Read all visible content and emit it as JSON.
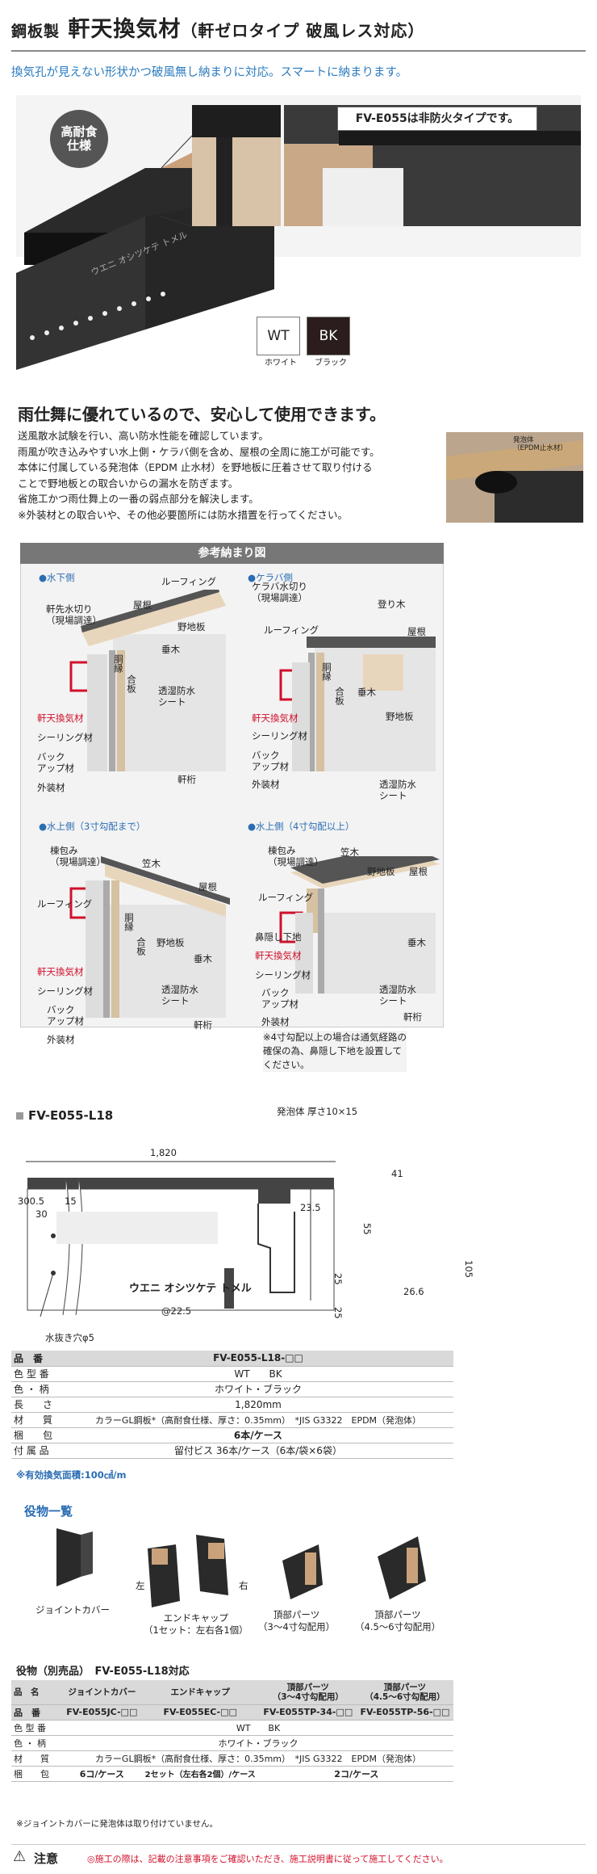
{
  "header": {
    "title_pre": "鋼板製",
    "title_main": "軒天換気材",
    "title_suf": "（軒ゼロタイプ 破風レス対応）",
    "subtitle": "換気孔が見えない形状かつ破風無し納まりに対応。スマートに納まります。"
  },
  "hero": {
    "badge_line1": "高耐食",
    "badge_line2": "仕様",
    "note": "FV-E055は非防火タイプです。",
    "product_print": "ウエニ オシツケテ トメル",
    "swatches": [
      {
        "code": "WT",
        "label": "ホワイト",
        "color": "#ffffff",
        "text": "#222222"
      },
      {
        "code": "BK",
        "label": "ブラック",
        "color": "#2b1d1d",
        "text": "#ffffff"
      }
    ]
  },
  "feature": {
    "heading": "雨仕舞に優れているので、安心して使用できます。",
    "lines": [
      "送風散水試験を行い、高い防水性能を確認しています。",
      "雨風が吹き込みやすい水上側・ケラバ側を含め、屋根の全周に施工が可能です。",
      "本体に付属している発泡体（EPDM 止水材）を野地板に圧着させて取り付ける",
      "ことで野地板との取合いからの漏水を防ぎます。",
      "省施工かつ雨仕舞上の一番の弱点部分を解決します。",
      "※外装材との取合いや、その他必要箇所には防水措置を行ってください。"
    ],
    "photo_label1": "発泡体",
    "photo_label2": "（EPDM止水材）"
  },
  "reference": {
    "title": "参考納まり図",
    "d1": {
      "caption": "●水下側",
      "labels": [
        "ルーフィング",
        "屋根",
        "軒先水切り",
        "（現場調達）",
        "野地板",
        "垂木",
        "胴縁",
        "合板",
        "透湿防水",
        "シート",
        "軒天換気材",
        "シーリング材",
        "バック",
        "アップ材",
        "外装材",
        "軒桁"
      ]
    },
    "d2": {
      "caption": "●ケラバ側",
      "labels": [
        "ケラバ水切り",
        "（現場調達）",
        "登り木",
        "ルーフィング",
        "屋根",
        "垂木",
        "胴縁",
        "合板",
        "野地板",
        "軒天換気材",
        "シーリング材",
        "バック",
        "アップ材",
        "外装材",
        "透湿防水",
        "シート"
      ]
    },
    "d3": {
      "caption": "●水上側（3寸勾配まで）",
      "labels": [
        "棟包み",
        "（現場調達）",
        "笠木",
        "屋根",
        "ルーフィング",
        "胴縁",
        "合板",
        "野地板",
        "垂木",
        "軒天換気材",
        "シーリング材",
        "バック",
        "アップ材",
        "外装材",
        "透湿防水",
        "シート",
        "軒桁"
      ]
    },
    "d4": {
      "caption": "●水上側（4寸勾配以上）",
      "labels": [
        "棟包み",
        "（現場調達）",
        "笠木",
        "野地板",
        "屋根",
        "ルーフィング",
        "鼻隠し下地",
        "垂木",
        "軒天換気材",
        "シーリング材",
        "バック",
        "アップ材",
        "外装材",
        "透湿防水",
        "シート",
        "軒桁"
      ],
      "note": [
        "※4寸勾配以上の場合は通気経路の",
        "確保の為、鼻隠し下地を設置して",
        "ください。"
      ]
    }
  },
  "drawing": {
    "model": "FV-E055-L18",
    "foam_label": "発泡体 厚さ10×15",
    "dims": [
      "1,820",
      "300.5",
      "15",
      "30",
      "23.5",
      "41",
      "55",
      "105",
      "26.6",
      "25",
      "25",
      "@22.5"
    ],
    "print": "ウエニ オシツケテ トメル",
    "hole": "水抜き穴φ5"
  },
  "spec": {
    "header_label": "品　番",
    "header_value": "FV-E055-L18-□□",
    "rows": [
      {
        "k": "色 型 番",
        "v": "WT　　BK"
      },
      {
        "k": "色 ・ 柄",
        "v": "ホワイト・ブラック"
      },
      {
        "k": "長　　さ",
        "v": "1,820mm"
      },
      {
        "k": "材　　質",
        "v": "カラーGL鋼板*（高耐食仕様、厚さ：0.35mm）　*JIS G3322　EPDM（発泡体）"
      },
      {
        "k": "梱　　包",
        "v": "6本/ケース"
      },
      {
        "k": "付 属 品",
        "v": "留付ビス 36本/ケース（6本/袋×6袋）"
      }
    ],
    "note": "※有効換気面積:100㎠/m"
  },
  "parts": {
    "title": "役物一覧",
    "items": [
      {
        "label": "ジョイントカバー"
      },
      {
        "label": "エンドキャップ",
        "label2": "（1セット：左右各1個）"
      },
      {
        "label": "頂部パーツ",
        "label2": "（3～4寸勾配用）"
      },
      {
        "label": "頂部パーツ",
        "label2": "（4.5～6寸勾配用）"
      }
    ],
    "left": "左",
    "right": "右"
  },
  "accessory": {
    "title": "役物（別売品）　FV-E055-L18対応",
    "head": [
      "品　名",
      "ジョイントカバー",
      "エンドキャップ",
      "頂部パーツ\n（3～4寸勾配用）",
      "頂部パーツ\n（4.5～6寸勾配用）"
    ],
    "codes": [
      "品　番",
      "FV-E055JC-□□",
      "FV-E055EC-□□",
      "FV-E055TP-34-□□",
      "FV-E055TP-56-□□"
    ],
    "rows": [
      {
        "k": "色 型 番",
        "v": "WT　　BK"
      },
      {
        "k": "色 ・ 柄",
        "v": "ホワイト・ブラック"
      },
      {
        "k": "材　　質",
        "v": "カラーGL鋼板*（高耐食仕様、厚さ：0.35mm）　*JIS G3322　EPDM（発泡体）"
      }
    ],
    "pack": [
      "梱　　包",
      "6コ/ケース",
      "2セット（左右各2個）/ケース",
      "2コ/ケース"
    ],
    "note": "※ジョイントカバーに発泡体は取り付けていません。"
  },
  "footer": {
    "warn_title": "注意",
    "warn_text": "◎施工の際は、記載の注意事項をご確認いただき、施工説明書に従って施工してください。"
  }
}
